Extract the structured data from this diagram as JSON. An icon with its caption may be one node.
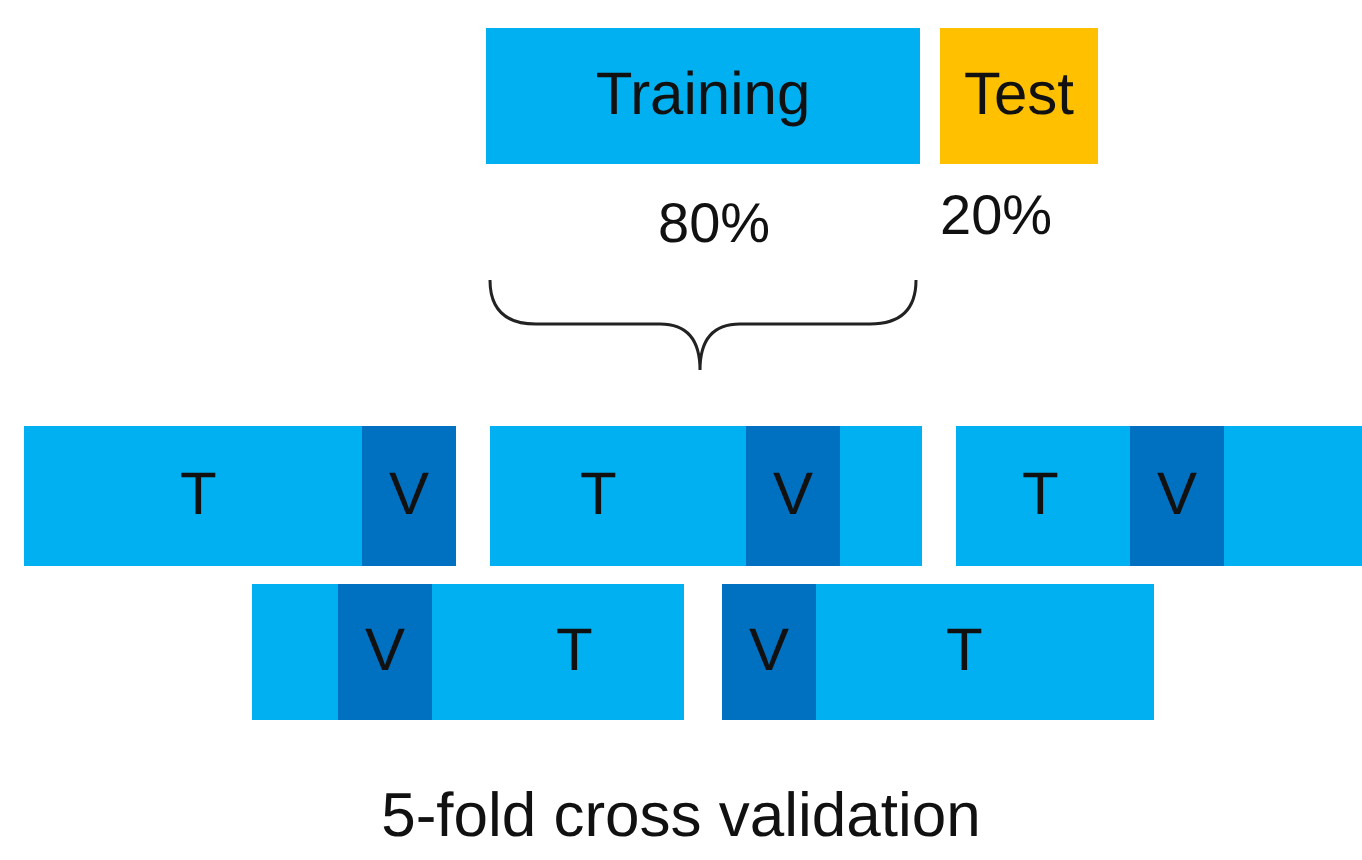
{
  "diagram": {
    "caption": "5-fold cross validation",
    "nodes": [
      {
        "text": [
          "Training"
        ],
        "beside": [
          "80%"
        ]
      },
      {
        "text": [
          "Test"
        ],
        "beside": [
          "20%"
        ]
      },
      {
        "text": [
          "T"
        ]
      },
      {
        "text": [
          "V"
        ],
        "in": 2
      },
      {
        "text": [
          "T"
        ]
      },
      {
        "text": [
          "V"
        ],
        "in": 4
      },
      {
        "text": [
          "T"
        ]
      },
      {
        "text": [
          "V"
        ],
        "in": 6
      },
      {
        "text": [
          "T"
        ]
      },
      {
        "text": [
          "V"
        ],
        "in": 8
      },
      {
        "text": [
          "T"
        ]
      },
      {
        "text": [
          "V"
        ],
        "in": 10
      }
    ]
  }
}
